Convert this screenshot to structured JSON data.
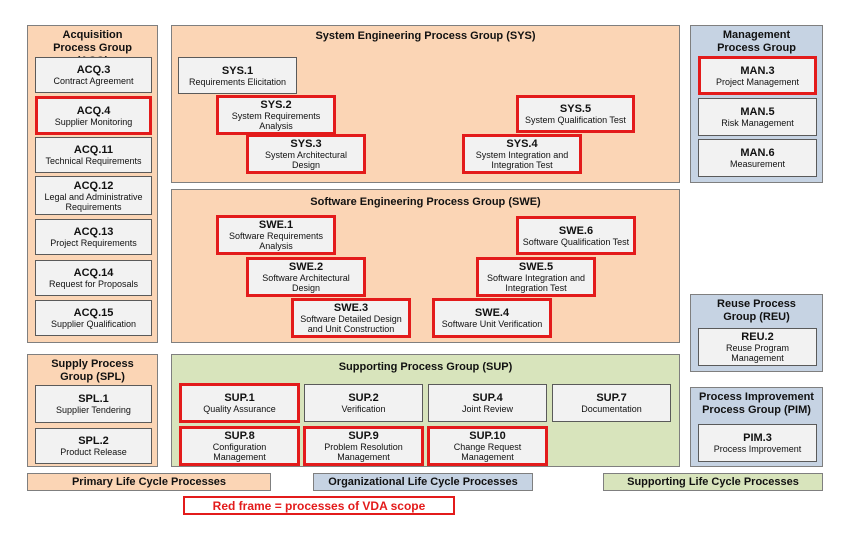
{
  "groups": {
    "acq": {
      "title": "Acquisition Process Group (ACQ)"
    },
    "sys": {
      "title": "System Engineering Process Group (SYS)"
    },
    "man": {
      "title": "Management Process Group (MAN)"
    },
    "swe": {
      "title": "Software Engineering Process Group (SWE)"
    },
    "reu": {
      "title": "Reuse Process Group (REU)"
    },
    "spl": {
      "title": "Supply Process Group (SPL)"
    },
    "sup": {
      "title": "Supporting Process Group (SUP)"
    },
    "pim": {
      "title": "Process Improvement Process Group (PIM)"
    }
  },
  "processes": {
    "acq3": {
      "code": "ACQ.3",
      "name": "Contract Agreement"
    },
    "acq4": {
      "code": "ACQ.4",
      "name": "Supplier Monitoring"
    },
    "acq11": {
      "code": "ACQ.11",
      "name": "Technical Requirements"
    },
    "acq12": {
      "code": "ACQ.12",
      "name": "Legal and Administrative Requirements"
    },
    "acq13": {
      "code": "ACQ.13",
      "name": "Project Requirements"
    },
    "acq14": {
      "code": "ACQ.14",
      "name": "Request for Proposals"
    },
    "acq15": {
      "code": "ACQ.15",
      "name": "Supplier Qualification"
    },
    "sys1": {
      "code": "SYS.1",
      "name": "Requirements Elicitation"
    },
    "sys2": {
      "code": "SYS.2",
      "name": "System Requirements Analysis"
    },
    "sys3": {
      "code": "SYS.3",
      "name": "System Architectural Design"
    },
    "sys4": {
      "code": "SYS.4",
      "name": "System Integration and Integration Test"
    },
    "sys5": {
      "code": "SYS.5",
      "name": "System Qualification Test"
    },
    "man3": {
      "code": "MAN.3",
      "name": "Project Management"
    },
    "man5": {
      "code": "MAN.5",
      "name": "Risk Management"
    },
    "man6": {
      "code": "MAN.6",
      "name": "Measurement"
    },
    "swe1": {
      "code": "SWE.1",
      "name": "Software Requirements Analysis"
    },
    "swe2": {
      "code": "SWE.2",
      "name": "Software Architectural Design"
    },
    "swe3": {
      "code": "SWE.3",
      "name": "Software Detailed Design and Unit Construction"
    },
    "swe4": {
      "code": "SWE.4",
      "name": "Software Unit Verification"
    },
    "swe5": {
      "code": "SWE.5",
      "name": "Software Integration and Integration Test"
    },
    "swe6": {
      "code": "SWE.6",
      "name": "Software Qualification Test"
    },
    "reu2": {
      "code": "REU.2",
      "name": "Reuse Program Management"
    },
    "spl1": {
      "code": "SPL.1",
      "name": "Supplier Tendering"
    },
    "spl2": {
      "code": "SPL.2",
      "name": "Product Release"
    },
    "sup1": {
      "code": "SUP.1",
      "name": "Quality Assurance"
    },
    "sup2": {
      "code": "SUP.2",
      "name": "Verification"
    },
    "sup4": {
      "code": "SUP.4",
      "name": "Joint Review"
    },
    "sup7": {
      "code": "SUP.7",
      "name": "Documentation"
    },
    "sup8": {
      "code": "SUP.8",
      "name": "Configuration Management"
    },
    "sup9": {
      "code": "SUP.9",
      "name": "Problem Resolution Management"
    },
    "sup10": {
      "code": "SUP.10",
      "name": "Change Request Management"
    },
    "pim3": {
      "code": "PIM.3",
      "name": "Process Improvement"
    }
  },
  "legend": {
    "primary": "Primary Life Cycle Processes",
    "organizational": "Organizational Life Cycle Processes",
    "supporting": "Supporting Life Cycle Processes",
    "note": "Red frame = processes  of VDA scope"
  },
  "colors": {
    "primary": "#fbd5b5",
    "organizational": "#c6d3e3",
    "supporting": "#d8e4bc",
    "vda_frame": "#e31b1b"
  }
}
